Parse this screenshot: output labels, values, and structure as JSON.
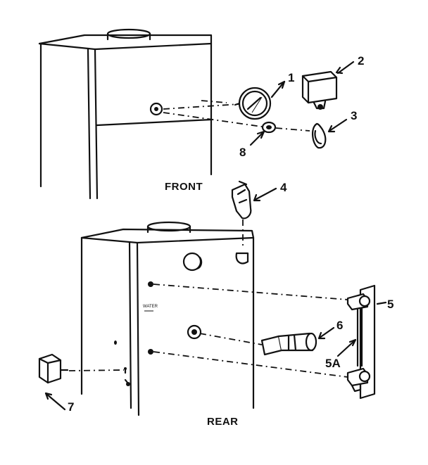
{
  "diagram": {
    "front_caption": "FRONT",
    "rear_caption": "REAR",
    "callouts": {
      "c1": "1",
      "c2": "2",
      "c3": "3",
      "c4": "4",
      "c5": "5",
      "c5a": "5A",
      "c6": "6",
      "c7": "7",
      "c8": "8"
    },
    "rear_panel_text": "WATER"
  }
}
